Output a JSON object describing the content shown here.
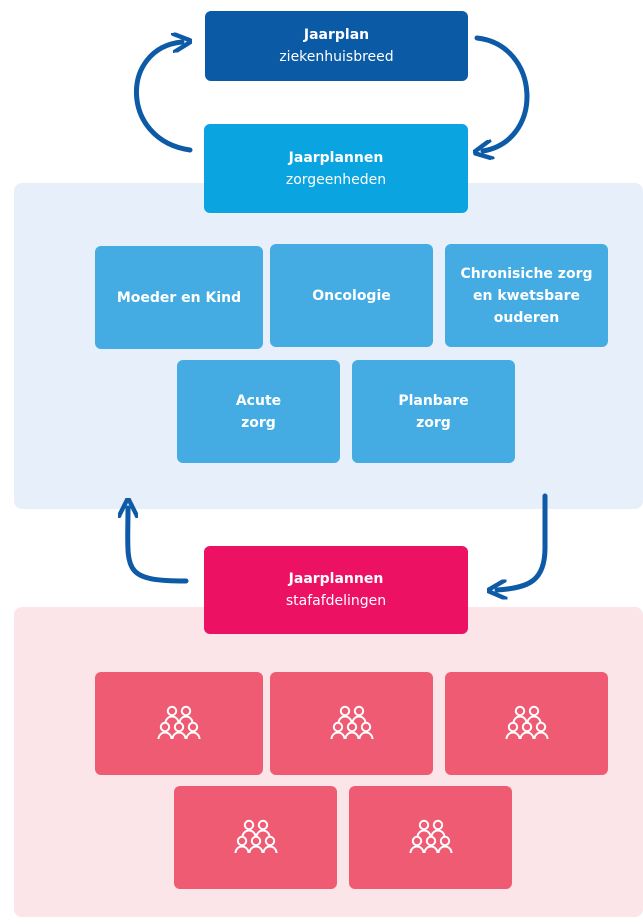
{
  "colors": {
    "dark_blue": "#0b5aa5",
    "light_blue": "#0aa4e0",
    "unit_blue": "#45ace3",
    "magenta": "#ed1163",
    "unit_red": "#ef5b73",
    "panel_blue": "#e7f0fa",
    "panel_pink": "#fbe5e8",
    "arrow": "#0d5aa6"
  },
  "top": {
    "title": "Jaarplan",
    "subtitle": "ziekenhuisbreed"
  },
  "middle": {
    "title": "Jaarplannen",
    "subtitle": "zorgeenheden"
  },
  "bottom": {
    "title": "Jaarplannen",
    "subtitle": "stafafdelingen"
  },
  "care_units": [
    "Moeder en Kind",
    "Oncologie",
    "Chronisiche zorg en kwetsbare ouderen",
    "Acute zorg",
    "Planbare zorg"
  ],
  "staff_units": [
    {
      "icon": "people-group-icon"
    },
    {
      "icon": "people-group-icon"
    },
    {
      "icon": "people-group-icon"
    },
    {
      "icon": "people-group-icon"
    },
    {
      "icon": "people-group-icon"
    }
  ]
}
